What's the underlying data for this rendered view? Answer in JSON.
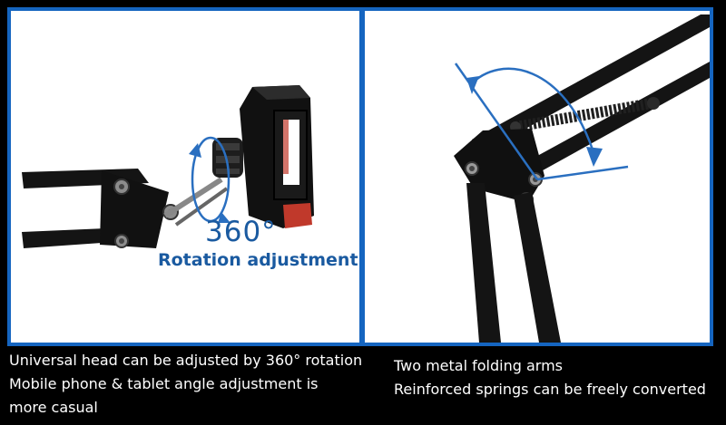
{
  "left_panel": {
    "degree_text": "360°",
    "caption_text": "Rotation adjustment"
  },
  "captions": {
    "left": [
      "Universal head can be adjusted by 360° rotation",
      "Mobile phone & tablet angle adjustment is",
      "more casual"
    ],
    "right": [
      "Two metal folding arms",
      "Reinforced springs can be freely converted"
    ]
  },
  "colors": {
    "frame_blue": "#1565c0",
    "label_blue": "#1a5aa0",
    "arrow_blue": "#2a6fc0",
    "metal_black": "#141414",
    "accent_red": "#c0392b"
  }
}
